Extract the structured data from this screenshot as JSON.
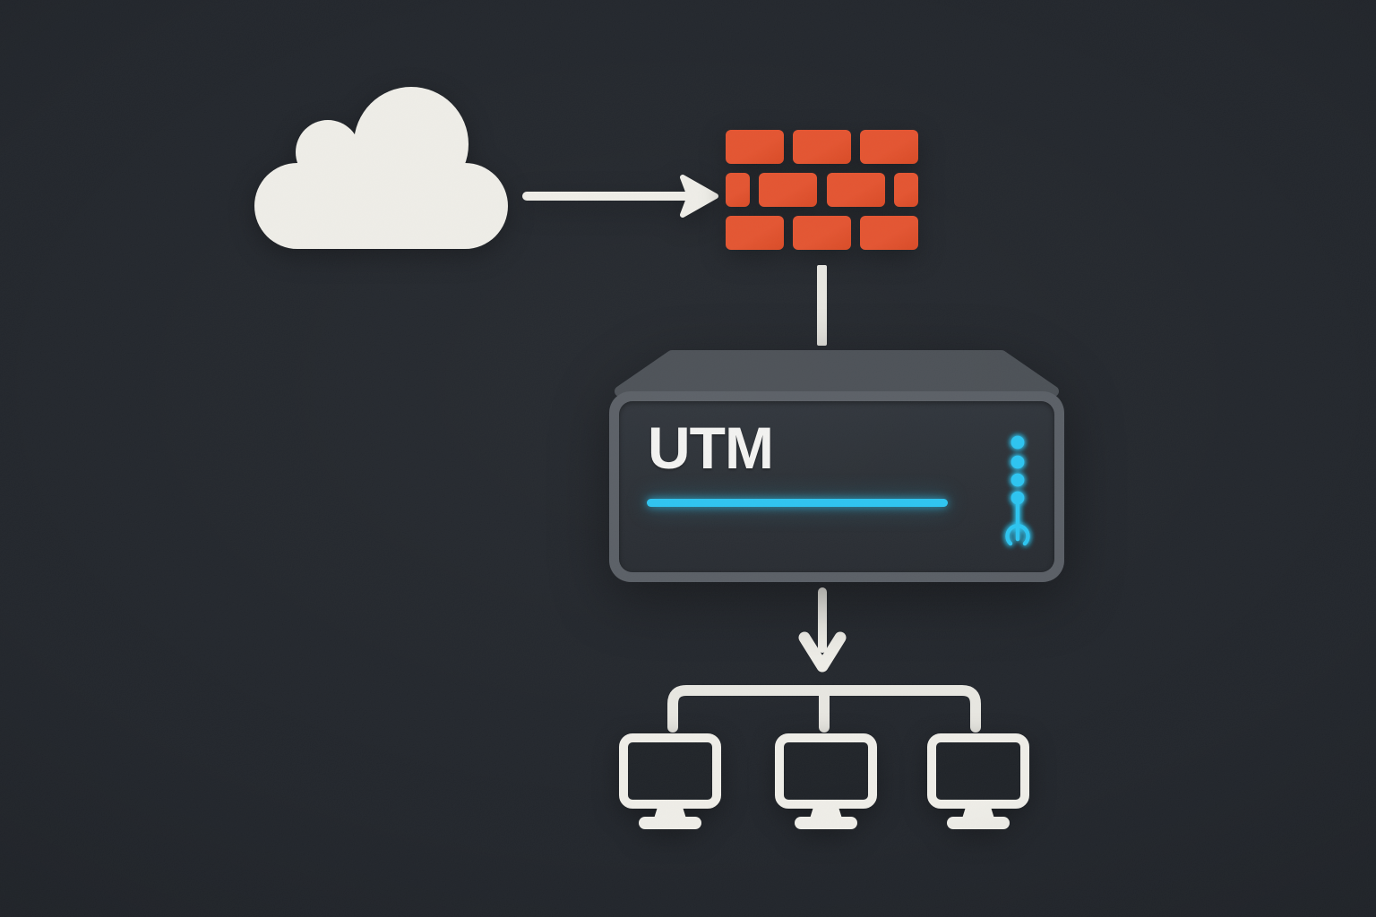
{
  "appliance": {
    "label": "UTM",
    "led_count": 4
  },
  "network": {
    "firewall_brick_rows": 3,
    "monitor_count": 3
  },
  "colors": {
    "background": "#1e2228",
    "shape_white": "#f0efe9",
    "connector_white": "#e9e8e2",
    "brick_red": "#e5502b",
    "appliance_top": "#474c52",
    "appliance_frame": "#565b62",
    "appliance_panel": "#262b31",
    "utm_text": "#f4f4f2",
    "accent_cyan": "#27c4f2"
  }
}
